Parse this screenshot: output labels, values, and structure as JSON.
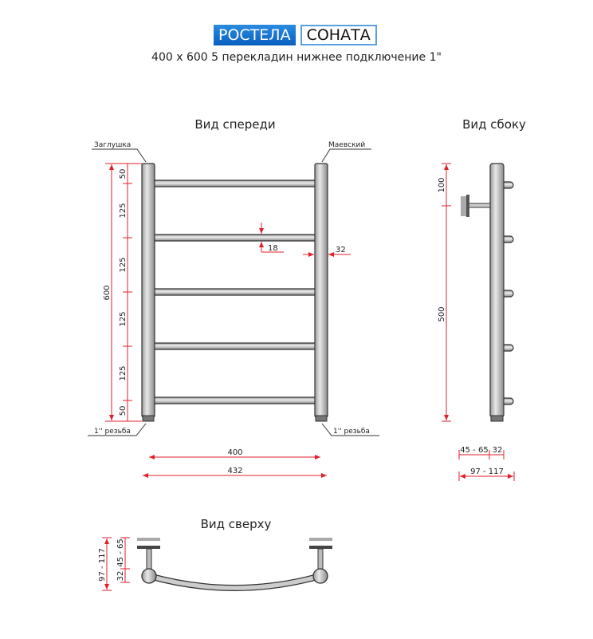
{
  "header": {
    "brand": "РОСТЕЛА",
    "model": "СОНАТА",
    "subtitle": "400 x 600 5 перекладин нижнее подключение 1\""
  },
  "front_view": {
    "title": "Вид спереди",
    "label_plug": "Заглушка",
    "label_valve": "Маевский",
    "label_thread_left": "1'' резьба",
    "label_thread_right": "1'' резьба",
    "dim_total_height": "600",
    "dim_segments": [
      "50",
      "125",
      "125",
      "125",
      "125",
      "50"
    ],
    "dim_bar_diameter": "18",
    "dim_pipe_diameter": "32",
    "dim_axis_width": "400",
    "dim_total_width": "432"
  },
  "side_view": {
    "title": "Вид сбоку",
    "dim_top": "100",
    "dim_mount": "500",
    "dim_wall_gap": "45 - 65",
    "dim_pipe": "32",
    "dim_depth": "97 - 117"
  },
  "top_view": {
    "title": "Вид сверху",
    "dim_depth": "97 - 117",
    "dim_wall_gap": "45 - 65",
    "dim_pipe": "32"
  },
  "colors": {
    "brand": "#0a6fd0",
    "dimension": "#e0202a"
  }
}
